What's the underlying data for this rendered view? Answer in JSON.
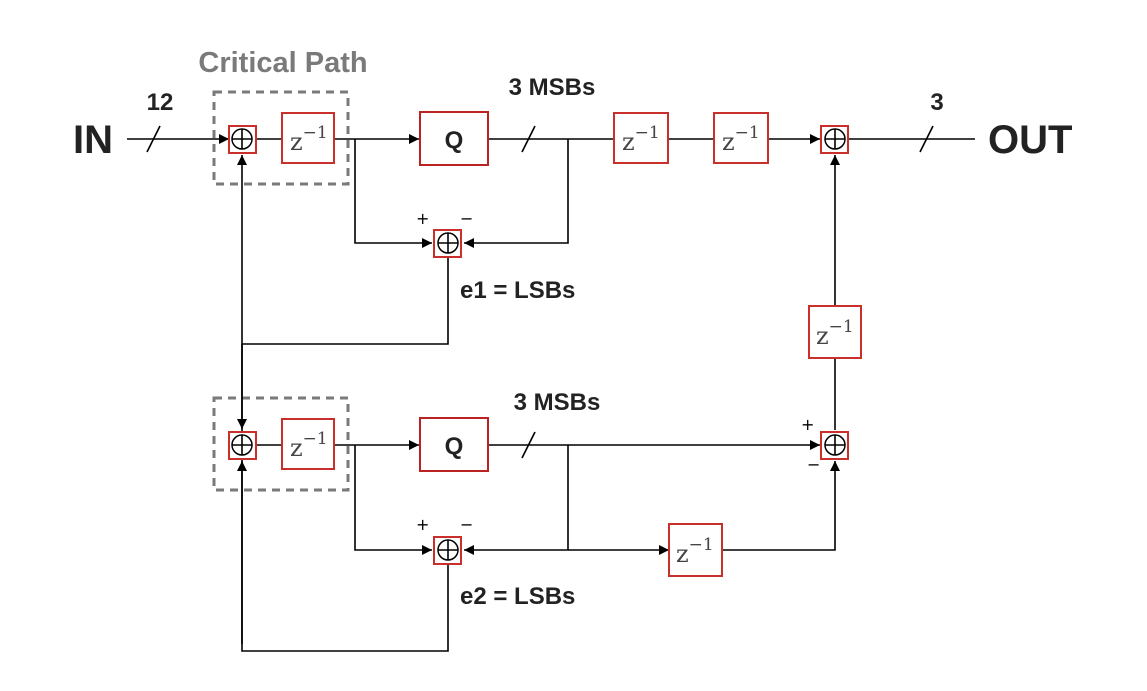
{
  "labels": {
    "in": "IN",
    "out": "OUT",
    "critical_path": "Critical Path",
    "in_width": "12",
    "out_width": "3",
    "msbs_top": "3 MSBs",
    "msbs_bottom": "3 MSBs",
    "q_top": "Q",
    "q_bottom": "Q",
    "e1": "e1 = LSBs",
    "e2": "e2 = LSBs",
    "plus": "+",
    "minus": "−"
  },
  "delay": {
    "base": "z",
    "exp": "−1"
  },
  "colors": {
    "block_border": "#c9302c",
    "critical_path": "#7a7a7a",
    "wire": "#000000"
  }
}
